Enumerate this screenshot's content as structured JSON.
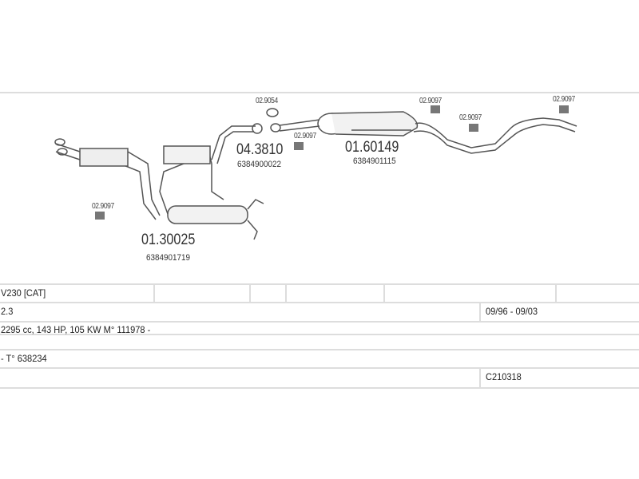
{
  "diagram": {
    "parts": [
      {
        "number": "01.30025",
        "oem": "6384901719"
      },
      {
        "number": "04.3810",
        "oem": "6384900022"
      },
      {
        "number": "01.60149",
        "oem": "6384901115"
      }
    ],
    "small_parts": {
      "clamp": "02.9054",
      "hanger_a": "02.9097",
      "hanger_b": "02.9097",
      "hanger_c": "02.9097",
      "hanger_d": "02.9097",
      "hanger_e": "02.9097"
    }
  },
  "table": {
    "model": "V230  [CAT]",
    "engine": "2.3",
    "years": "09/96 - 09/03",
    "specs": "2295 cc, 143 HP, 105 KW M° 111978 -",
    "chassis": "- T° 638234",
    "code": "C210318"
  }
}
